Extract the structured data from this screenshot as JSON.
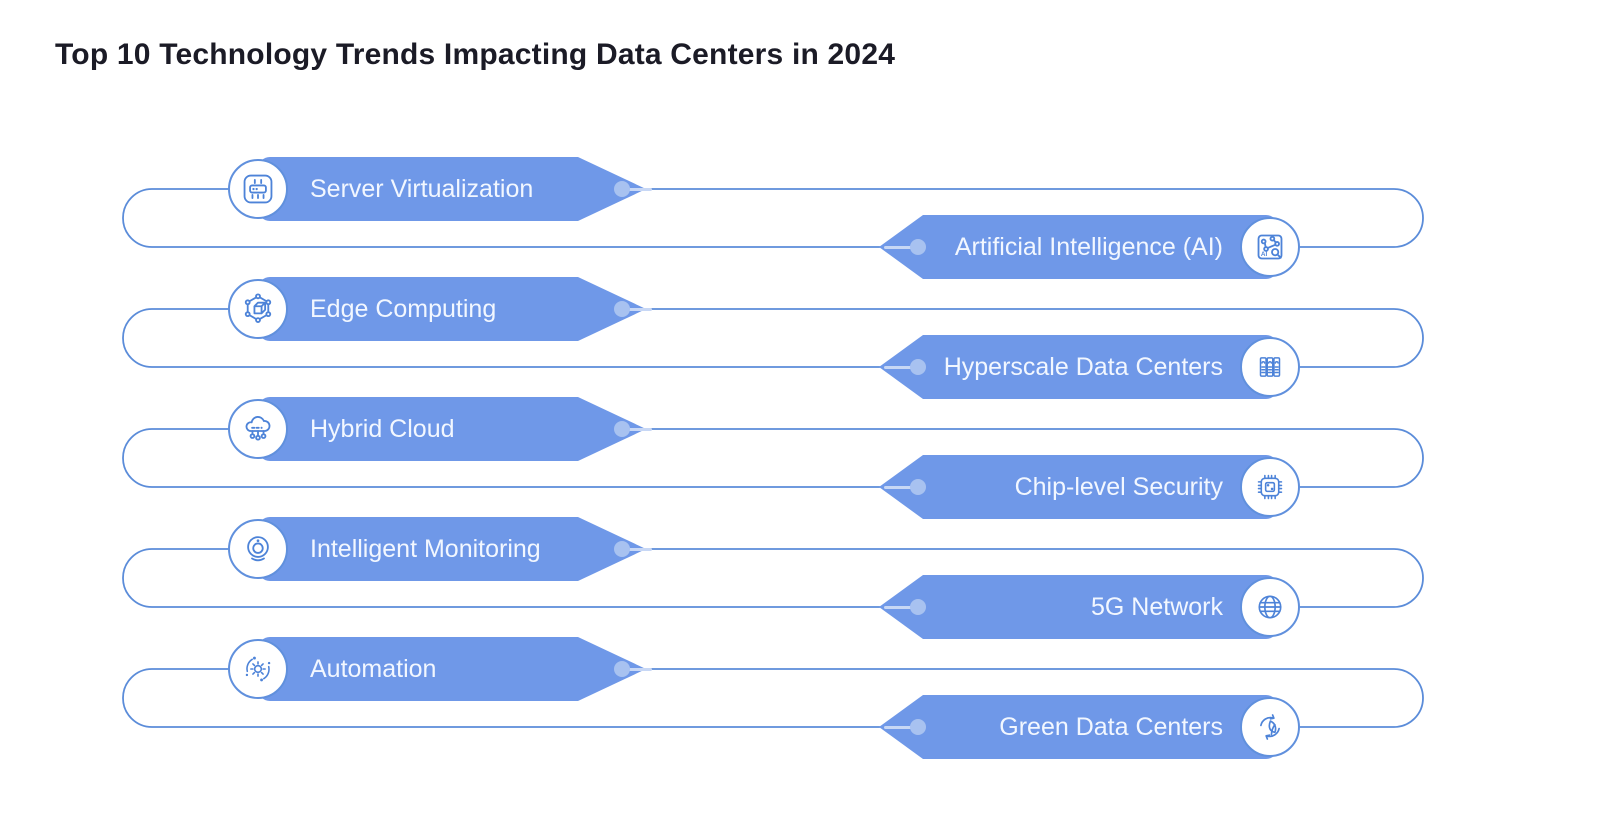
{
  "title": "Top 10 Technology Trends Impacting Data Centers in 2024",
  "theme": {
    "background": "#ffffff",
    "banner_color": "#6f98e8",
    "connector_line_color": "#5b8cd9",
    "icon_stroke_color": "#4d83d8",
    "icon_circle_border": "#6090dd",
    "dot_color": "#a8c2f0",
    "banner_text_color": "#f2f7ff",
    "title_color": "#1b1b26"
  },
  "trends": [
    {
      "label": "Server Virtualization",
      "side": "left",
      "icon": "server-virtualization-icon"
    },
    {
      "label": "Artificial Intelligence (AI)",
      "side": "right",
      "icon": "artificial-intelligence-icon"
    },
    {
      "label": "Edge Computing",
      "side": "left",
      "icon": "edge-computing-icon"
    },
    {
      "label": "Hyperscale Data Centers",
      "side": "right",
      "icon": "hyperscale-data-centers-icon"
    },
    {
      "label": "Hybrid Cloud",
      "side": "left",
      "icon": "hybrid-cloud-icon"
    },
    {
      "label": "Chip-level Security",
      "side": "right",
      "icon": "chip-level-security-icon"
    },
    {
      "label": "Intelligent Monitoring",
      "side": "left",
      "icon": "intelligent-monitoring-icon"
    },
    {
      "label": "5G Network",
      "side": "right",
      "icon": "5g-network-icon"
    },
    {
      "label": "Automation",
      "side": "left",
      "icon": "automation-icon"
    },
    {
      "label": "Green Data Centers",
      "side": "right",
      "icon": "green-data-centers-icon"
    }
  ]
}
